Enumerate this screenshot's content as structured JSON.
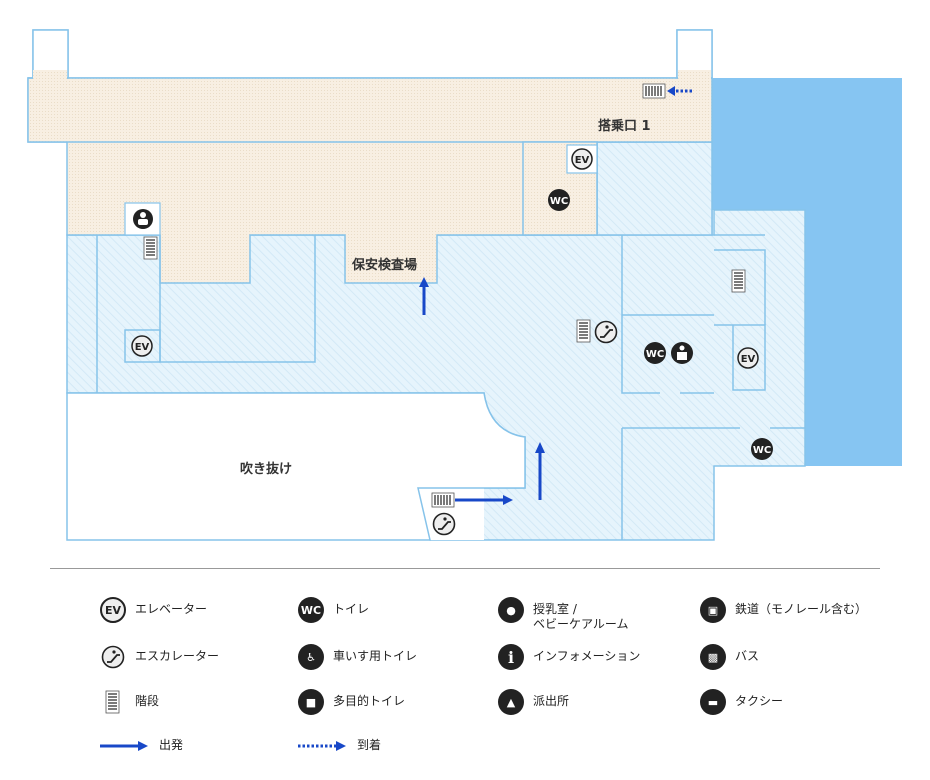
{
  "map": {
    "labels": {
      "gate": "搭乗口 1",
      "security": "保安検査場",
      "atrium": "吹き抜け"
    },
    "glyphs": {
      "ev": "EV",
      "wc": "WC",
      "info": "i"
    },
    "colors": {
      "beige": "#f6ecdc",
      "floor": "#e4f3fc",
      "wall": "#86c3ea",
      "outside_blue": "#86c5f2",
      "arrow": "#1848c8"
    }
  },
  "legend": {
    "items": [
      {
        "icon": "elevator-icon",
        "label": "エレベーター"
      },
      {
        "icon": "toilet-icon",
        "label": "トイレ"
      },
      {
        "icon": "nursing-room-icon",
        "label": "授乳室 /\nベビーケアルーム"
      },
      {
        "icon": "railway-icon",
        "label": "鉄道（モノレール含む）"
      },
      {
        "icon": "escalator-icon",
        "label": "エスカレーター"
      },
      {
        "icon": "wheelchair-toilet-icon",
        "label": "車いす用トイレ"
      },
      {
        "icon": "information-icon",
        "label": "インフォメーション"
      },
      {
        "icon": "bus-icon",
        "label": "バス"
      },
      {
        "icon": "stairs-icon",
        "label": "階段"
      },
      {
        "icon": "multipurpose-toilet-icon",
        "label": "多目的トイレ"
      },
      {
        "icon": "police-box-icon",
        "label": "派出所"
      },
      {
        "icon": "taxi-icon",
        "label": "タクシー"
      },
      {
        "icon": "departure-arrow-icon",
        "label": "出発"
      },
      {
        "icon": "arrival-arrow-icon",
        "label": "到着"
      }
    ]
  }
}
